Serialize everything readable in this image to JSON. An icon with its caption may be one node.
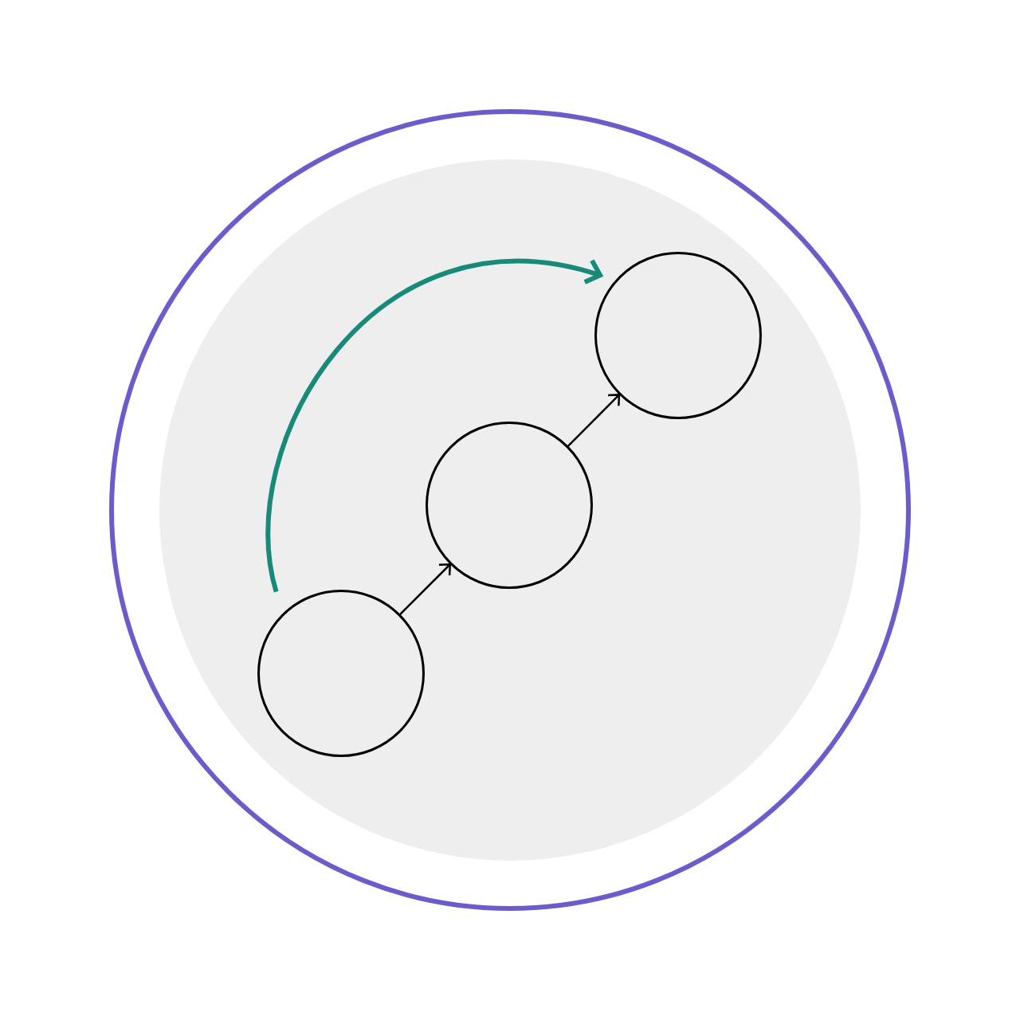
{
  "diagram": {
    "nodes": [
      {
        "text": [],
        "shape": "circle"
      },
      {
        "text": [],
        "shape": "circle",
        "in": 0
      },
      {
        "text": [],
        "shape": "circle",
        "in": 1
      },
      {
        "text": [],
        "shape": "circle",
        "in": 1
      },
      {
        "text": [],
        "shape": "circle",
        "in": 1
      }
    ],
    "edges": [
      {
        "from": 2,
        "to": 3,
        "arrow": "to"
      },
      {
        "from": 3,
        "to": 4,
        "arrow": "to"
      },
      {
        "from": 2,
        "to": 4,
        "arrow": "to",
        "style": "thick",
        "color": "#178a7a"
      }
    ]
  }
}
